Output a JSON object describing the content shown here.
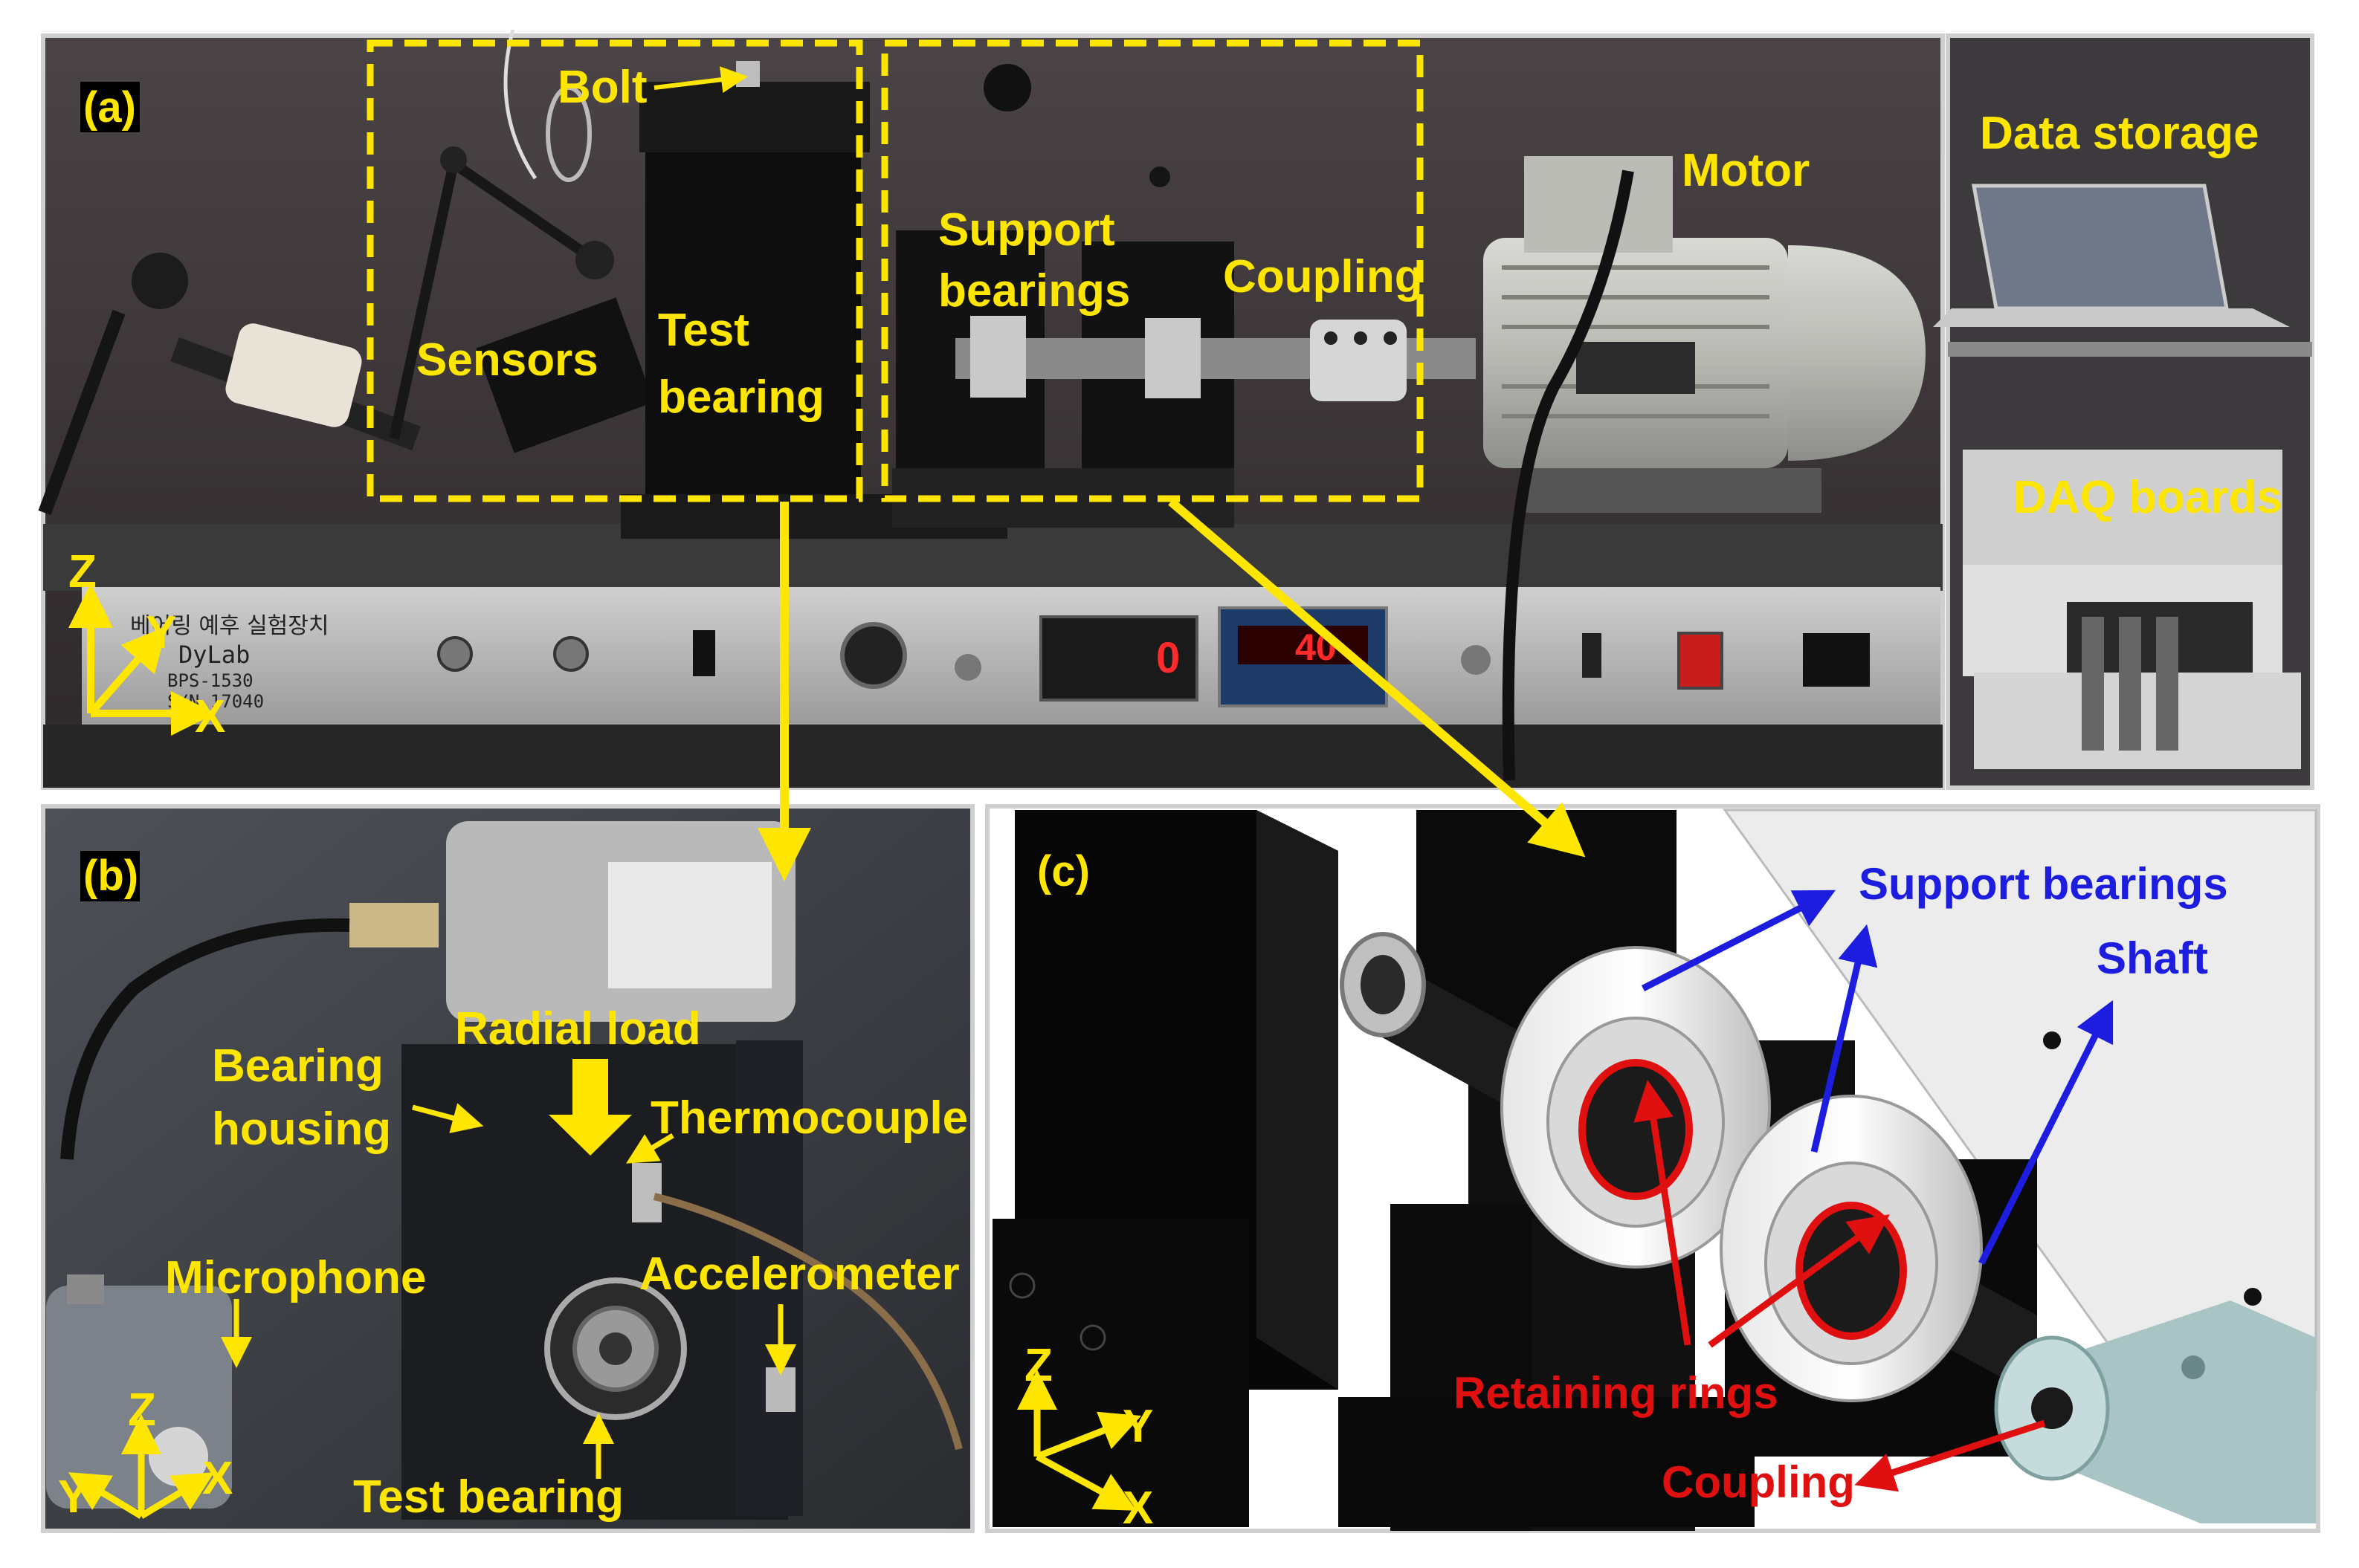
{
  "panels": {
    "a": {
      "tag": "(a)",
      "labels": {
        "bolt": "Bolt",
        "sensors": "Sensors",
        "test_bearing_1": "Test",
        "test_bearing_2": "bearing",
        "support_bearings_1": "Support",
        "support_bearings_2": "bearings",
        "coupling": "Coupling",
        "motor": "Motor",
        "data_storage": "Data storage",
        "daq_boards": "DAQ boards"
      },
      "axes": {
        "z": "Z",
        "y": "Y",
        "x": "X"
      },
      "panel_text": {
        "brand": "DyLab",
        "model": "BPS-1530",
        "serial": "S/N 17040",
        "korean": "베어링 예후 실험장치",
        "display_a": "0",
        "display_b": "40"
      },
      "colors": {
        "label": "#ffe600",
        "frame": "#ffe600"
      }
    },
    "b": {
      "tag": "(b)",
      "labels": {
        "radial_load": "Radial load",
        "bearing_housing_1": "Bearing",
        "bearing_housing_2": "housing",
        "thermocouple": "Thermocouple",
        "microphone": "Microphone",
        "accelerometer": "Accelerometer",
        "test_bearing": "Test bearing"
      },
      "axes": {
        "z": "Z",
        "y": "Y",
        "x": "X"
      }
    },
    "c": {
      "tag": "(c)",
      "labels": {
        "support_bearings": "Support bearings",
        "shaft": "Shaft",
        "retaining_rings": "Retaining rings",
        "coupling": "Coupling"
      },
      "axes": {
        "z": "Z",
        "y": "Y",
        "x": "X"
      },
      "colors": {
        "blue": "#1d1de0",
        "red": "#e01010"
      }
    }
  }
}
